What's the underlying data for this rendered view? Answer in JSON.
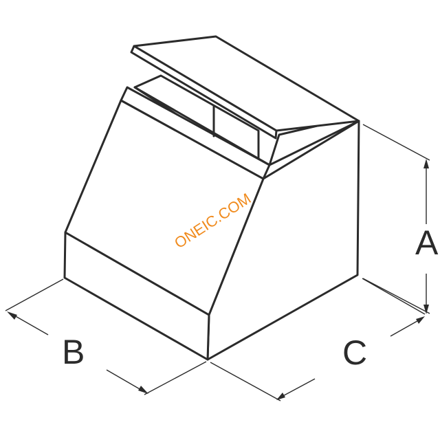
{
  "figure": {
    "dimension_labels": {
      "a": "A",
      "b": "B",
      "c": "C"
    },
    "watermark": "ONEIC.COM",
    "colors": {
      "line": "#2b2b2b",
      "watermark": "#f08a1c",
      "background": "#ffffff"
    }
  }
}
